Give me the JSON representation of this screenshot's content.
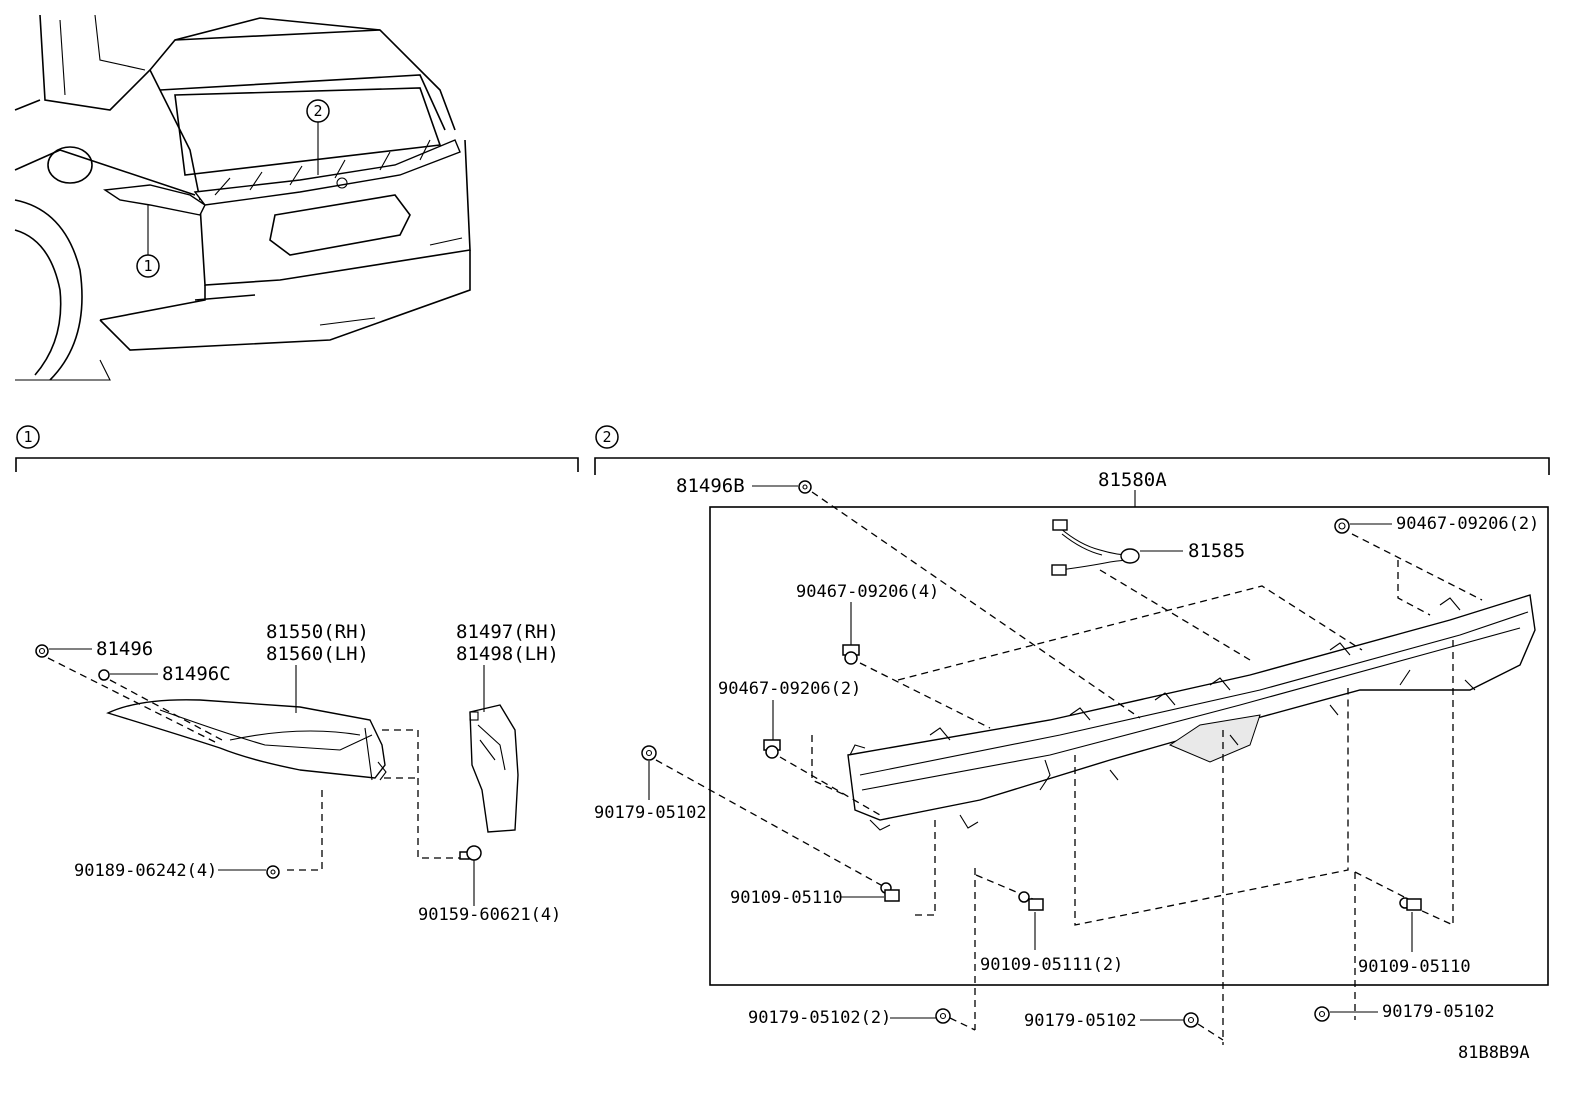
{
  "diagram_id": "81B8B9A",
  "callouts": {
    "one": "1",
    "two": "2"
  },
  "group1": {
    "parts": {
      "p81496": "81496",
      "p81496c": "81496C",
      "p81550": "81550(RH)",
      "p81560": "81560(LH)",
      "p81497": "81497(RH)",
      "p81498": "81498(LH)",
      "p90189": "90189-06242(4)",
      "p90159": "90159-60621(4)"
    }
  },
  "group2": {
    "parts": {
      "p81496b": "81496B",
      "p81580a": "81580A",
      "p81585": "81585",
      "p90467_2_top": "90467-09206(2)",
      "p90467_4": "90467-09206(4)",
      "p90467_2_left": "90467-09206(2)",
      "p90179_left": "90179-05102",
      "p90109_left": "90109-05110",
      "p90109_mid": "90109-05111(2)",
      "p90109_right": "90109-05110",
      "p90179_bl": "90179-05102(2)",
      "p90179_bm": "90179-05102",
      "p90179_br": "90179-05102"
    }
  }
}
